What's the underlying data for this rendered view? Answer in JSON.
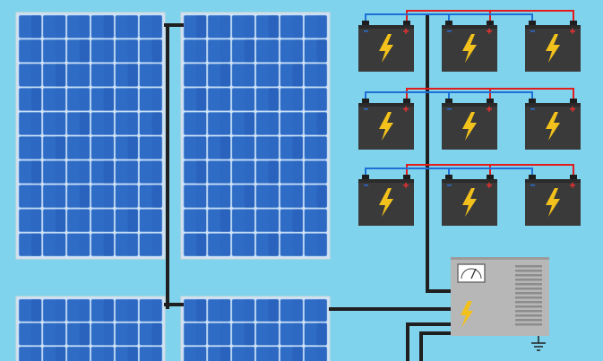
{
  "scene": {
    "background": "#7fd3ec",
    "panels": [
      {
        "id": "panel-top-left",
        "cols": 6,
        "rows": 10
      },
      {
        "id": "panel-top-right",
        "cols": 6,
        "rows": 10
      },
      {
        "id": "panel-bottom-left",
        "cols": 6,
        "rows": 3
      },
      {
        "id": "panel-bottom-right",
        "cols": 6,
        "rows": 3
      }
    ],
    "battery_rows": 3,
    "batteries_per_row": 3,
    "battery_icon": "lightning-bolt-icon",
    "inverter": {
      "meter_icon": "gauge-icon",
      "bolt_icon": "lightning-bolt-icon",
      "ground_icon": "ground-symbol-icon"
    },
    "colors": {
      "cell": "#2f6cc6",
      "frame": "#cfe3f5",
      "battery": "#3a3a3a",
      "bolt": "#f2c11b",
      "positive_wire": "#e21b1b",
      "negative_wire": "#1e6fd6",
      "main_wire": "#1f1f1f",
      "inverter": "#b7b7b7"
    }
  }
}
